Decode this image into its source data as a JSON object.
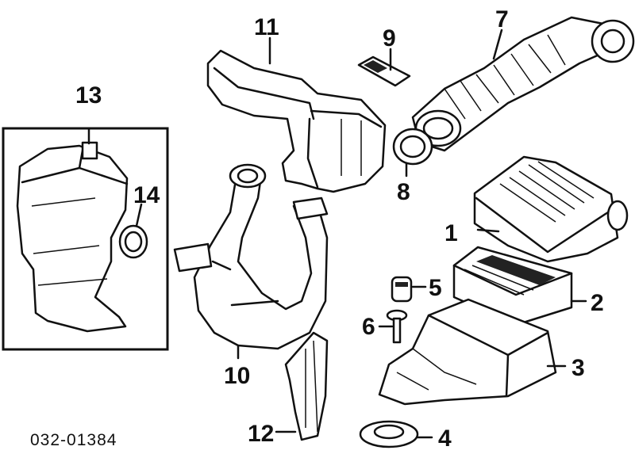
{
  "catalog_number": "032-01384",
  "callouts": {
    "c1": "1",
    "c2": "2",
    "c3": "3",
    "c4": "4",
    "c5": "5",
    "c6": "6",
    "c7": "7",
    "c8": "8",
    "c9": "9",
    "c10": "10",
    "c11": "11",
    "c12": "12",
    "c13": "13",
    "c14": "14"
  }
}
